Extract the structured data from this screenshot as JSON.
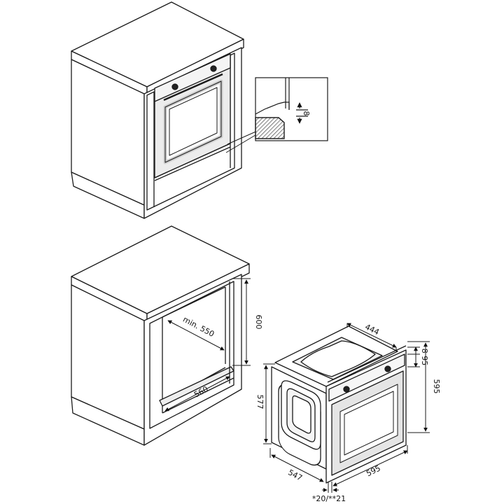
{
  "colors": {
    "line": "#1a1a1a",
    "cabinet_fill": "#ffffff",
    "oven_body": "#e9e9e9",
    "oven_window": "#ffffff",
    "hatch": "#555555"
  },
  "labels": {
    "gap_8": "8",
    "height_600": "600",
    "depth_min_550": "min. 550",
    "width_560": "560",
    "depth_444": "444",
    "height_577": "577",
    "gap_595_top": "8 95",
    "height_595": "595",
    "depth_547": "547",
    "width_595": "595",
    "offset_20_21": "*20/**21"
  }
}
